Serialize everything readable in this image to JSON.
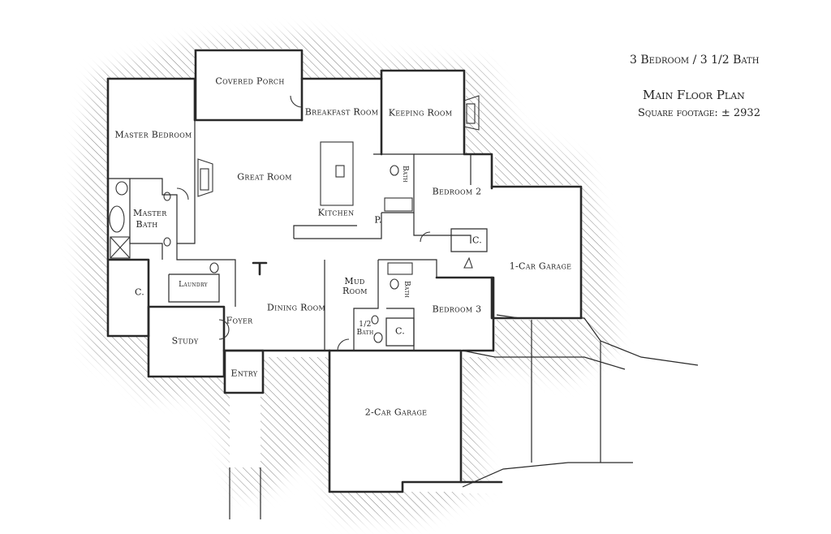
{
  "header": {
    "bed_bath": "3 Bedroom / 3 1/2 Bath",
    "plan_title": "Main Floor Plan",
    "square_footage": "Square footage: ± 2932"
  },
  "rooms": {
    "covered_porch": "Covered Porch",
    "master_bedroom": "Master Bedroom",
    "master_bath": "Master Bath",
    "master_closet": "C.",
    "laundry": "Laundry",
    "study": "Study",
    "foyer": "Foyer",
    "entry": "Entry",
    "great_room": "Great Room",
    "dining_room": "Dining Room",
    "breakfast_room": "Breakfast Room",
    "keeping_room": "Keeping Room",
    "kitchen": "Kitchen",
    "pantry": "P.",
    "mud_room": "Mud Room",
    "half_bath": "1/2 Bath",
    "bath_upper": "Bath",
    "bath_lower": "Bath",
    "bedroom_2": "Bedroom 2",
    "bedroom_3": "Bedroom 3",
    "closet_b2": "C.",
    "closet_b3": "C.",
    "garage_1": "1-Car Garage",
    "garage_2": "2-Car Garage"
  },
  "colors": {
    "ink": "#2a2a2a",
    "paper": "#ffffff"
  }
}
